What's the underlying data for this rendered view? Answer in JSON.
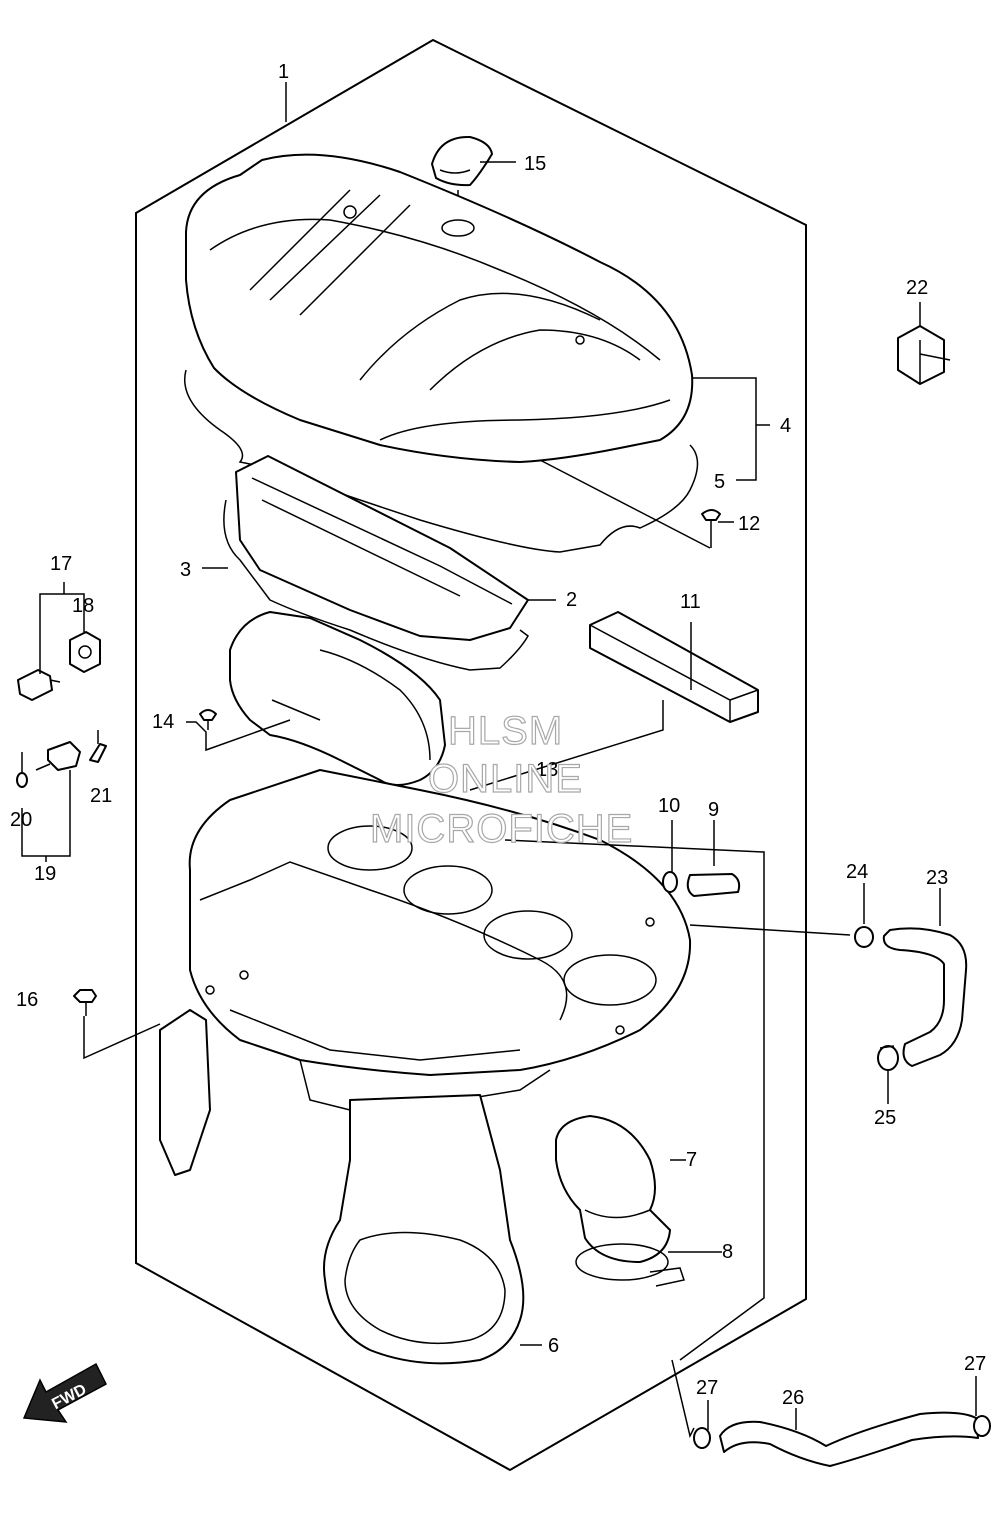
{
  "labels": {
    "p1": "1",
    "p2": "2",
    "p3": "3",
    "p4": "4",
    "p5": "5",
    "p6": "6",
    "p7": "7",
    "p8": "8",
    "p9": "9",
    "p10": "10",
    "p11": "11",
    "p12": "12",
    "p13": "13",
    "p14": "14",
    "p15": "15",
    "p16": "16",
    "p17": "17",
    "p18": "18",
    "p19": "19",
    "p20": "20",
    "p21": "21",
    "p22": "22",
    "p23": "23",
    "p24": "24",
    "p25": "25",
    "p26": "26",
    "p27a": "27",
    "p27b": "27"
  },
  "watermark": {
    "line1": "HLSM",
    "line2": "ONLINE",
    "line3": "MICROFICHE"
  },
  "fwd_badge": "FWD"
}
